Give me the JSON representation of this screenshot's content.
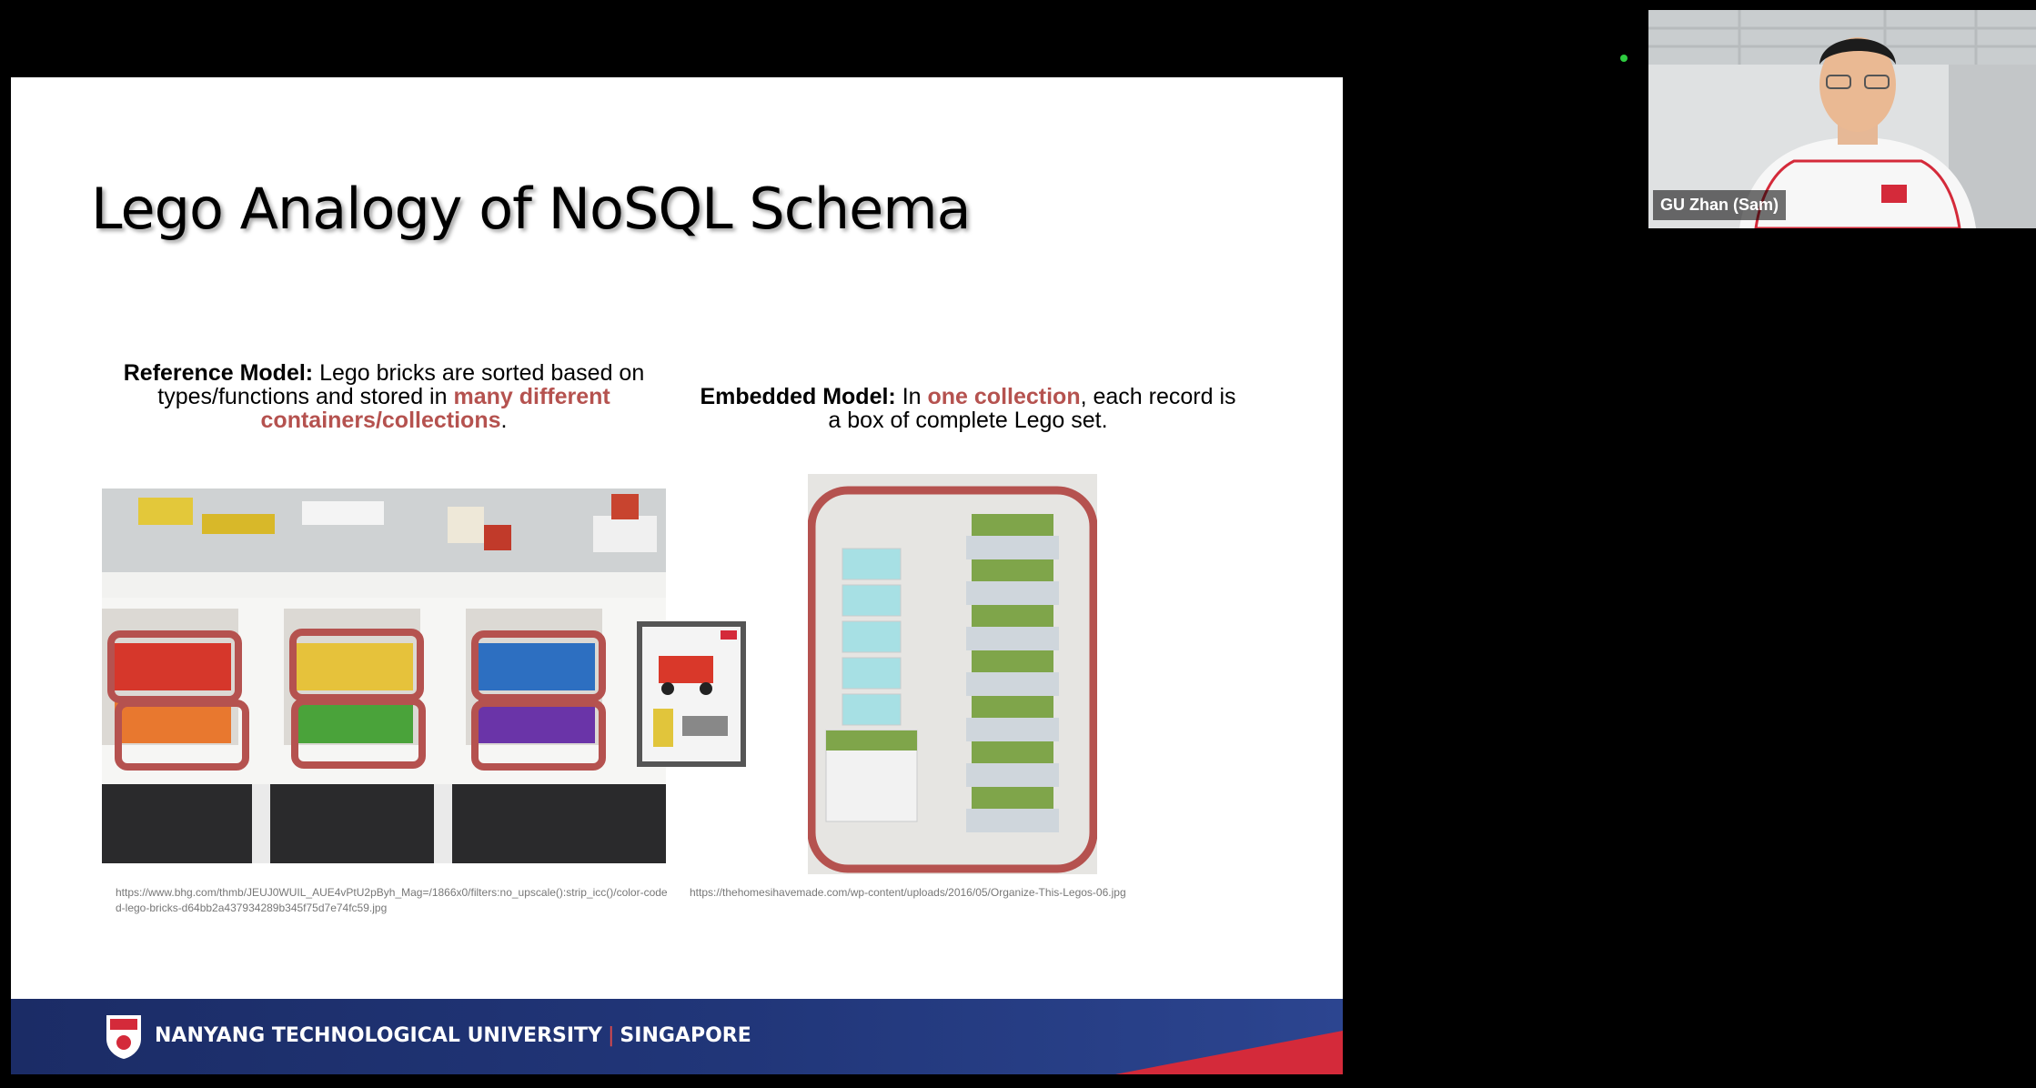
{
  "slide": {
    "title": "Lego Analogy of NoSQL Schema",
    "reference": {
      "label": "Reference Model:",
      "text_a": " Lego bricks are sorted based on types/functions and stored in ",
      "highlight": "many different containers/collections",
      "text_b": "."
    },
    "embedded": {
      "label": "Embedded Model:",
      "text_a": " In ",
      "highlight": "one collection",
      "text_b": ", each record is a box of  complete Lego set."
    },
    "url_left": "https://www.bhg.com/thmb/JEUJ0WUIL_AUE4vPtU2pByh_Mag=/1866x0/filters:no_upscale():strip_icc()/color-coded-lego-bricks-d64bb2a437934289b345f75d7e74fc59.jpg",
    "url_right": "https://thehomesihavemade.com/wp-content/uploads/2016/05/Organize-This-Legos-06.jpg",
    "footer": {
      "university": "NANYANG TECHNOLOGICAL UNIVERSITY",
      "separator": "|",
      "location": "SINGAPORE"
    }
  },
  "participant": {
    "name": "GU Zhan (Sam)"
  },
  "colors": {
    "highlight": "#b5524f",
    "footer_blue": "#1b2c66",
    "footer_red": "#d42a3a",
    "status_dot": "#2ecc40"
  }
}
